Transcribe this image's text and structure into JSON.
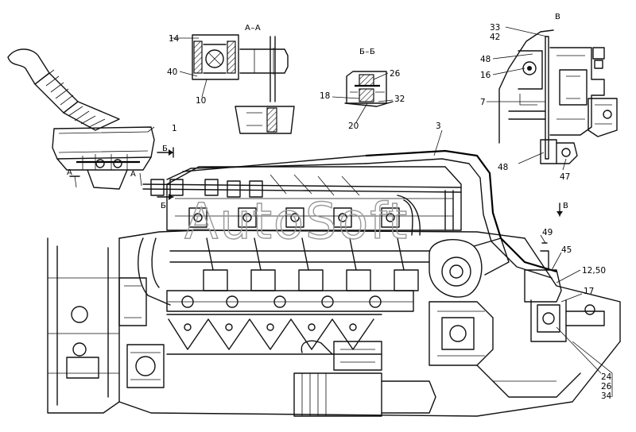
{
  "watermark": "AutoSoft",
  "sections": {
    "aa": "A–A",
    "bb": "Б–Б",
    "view_v": "В",
    "marker_a": "A",
    "marker_b": "Б",
    "marker_v": "В"
  },
  "callouts": {
    "c1": "1",
    "c3": "3",
    "c7": "7",
    "c10": "10",
    "c14": "14",
    "c16": "16",
    "c17": "17",
    "c18": "18",
    "c20": "20",
    "c26": "26",
    "c32": "32",
    "c33": "33",
    "c40": "40",
    "c42": "42",
    "c45": "45",
    "c47": "47",
    "c48a": "48",
    "c48b": "48",
    "c49": "49",
    "c1250": "12,50",
    "c24": "24",
    "c26b": "26",
    "c34": "34"
  }
}
